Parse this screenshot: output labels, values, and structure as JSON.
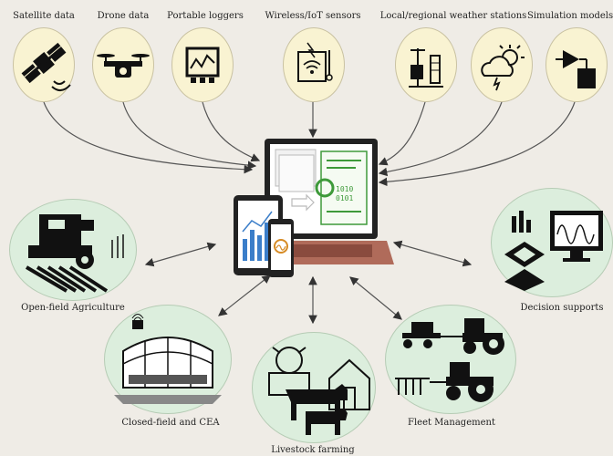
{
  "sources": [
    {
      "label": "Satellite data",
      "icon": "satellite-icon"
    },
    {
      "label": "Drone data",
      "icon": "drone-icon"
    },
    {
      "label": "Portable loggers",
      "icon": "logger-icon"
    },
    {
      "label": "Wireless/IoT sensors",
      "icon": "iot-sensor-icon"
    },
    {
      "label": "Local/regional weather stations",
      "icon": "weather-station-icon"
    },
    {
      "label": "",
      "icon": "weather-cloud-icon"
    },
    {
      "label": "Simulation models",
      "icon": "simulation-icon"
    }
  ],
  "applications": [
    {
      "label": "Open-field Agriculture",
      "icon": "harvester-icon"
    },
    {
      "label": "Decision supports",
      "icon": "decision-support-icon"
    },
    {
      "label": "Closed-field and CEA",
      "icon": "greenhouse-icon"
    },
    {
      "label": "Livestock farming",
      "icon": "livestock-icon"
    },
    {
      "label": "Fleet Management",
      "icon": "tractor-icon"
    }
  ],
  "colors": {
    "top_circle": "#f9f3d2",
    "app_circle": "#dceedd",
    "hub_accent": "#3e9a3a",
    "chart_blue": "#3b7ec9"
  }
}
